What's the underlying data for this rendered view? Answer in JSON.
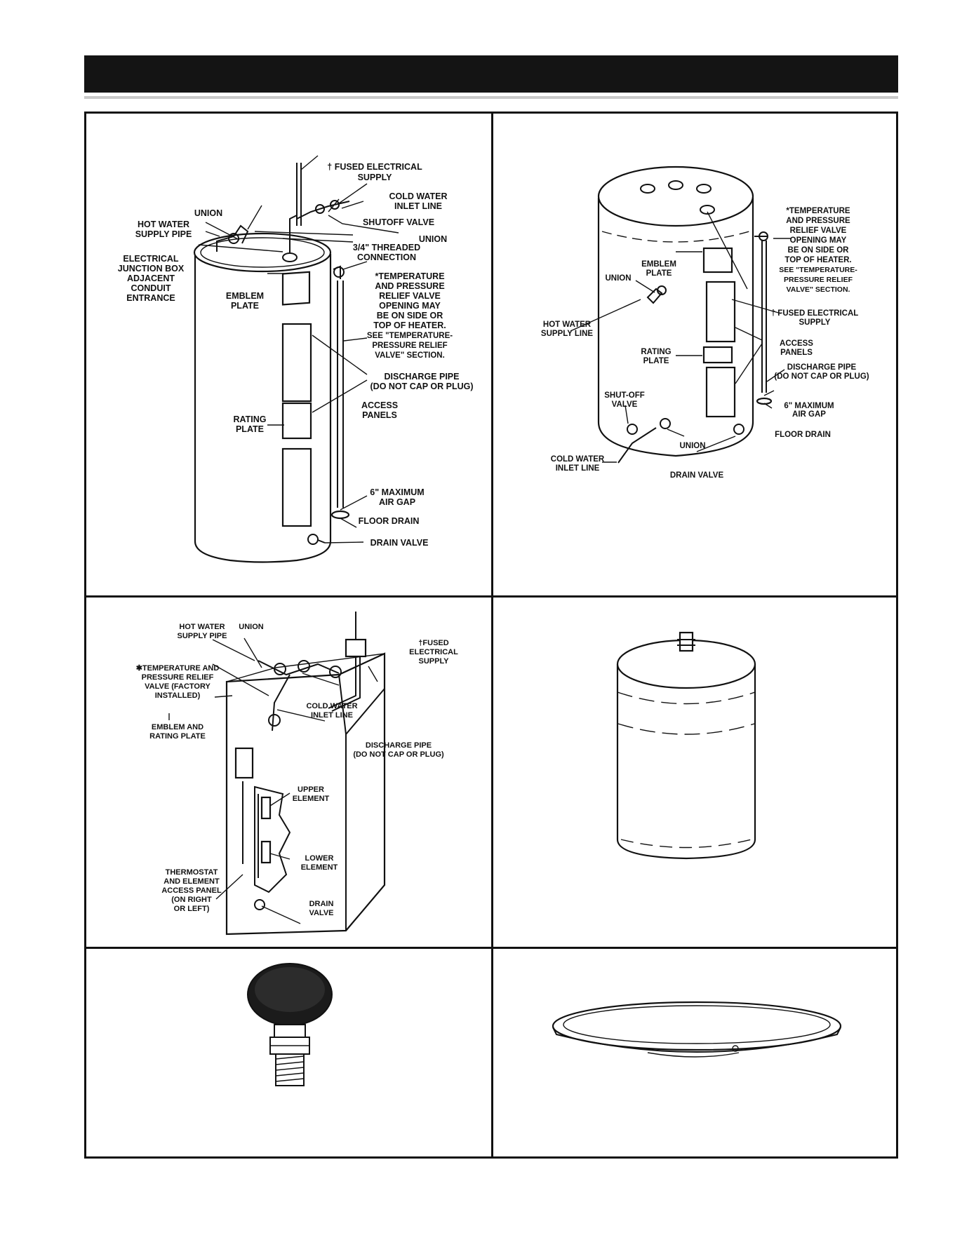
{
  "figure1": {
    "fused_supply_1": "† FUSED ELECTRICAL",
    "fused_supply_2": "SUPPLY",
    "cold_inlet_1": "COLD WATER",
    "cold_inlet_2": "INLET LINE",
    "shutoff": "SHUTOFF VALVE",
    "union_right": "UNION",
    "union_top": "UNION",
    "hot_supply_1": "HOT WATER",
    "hot_supply_2": "SUPPLY PIPE",
    "threaded_1": "3/4\" THREADED",
    "threaded_2": "CONNECTION",
    "junction_1": "ELECTRICAL",
    "junction_2": "JUNCTION BOX",
    "junction_3": "ADJACENT",
    "junction_4": "CONDUIT",
    "junction_5": "ENTRANCE",
    "tpr_1": "*TEMPERATURE",
    "tpr_2": "AND PRESSURE",
    "tpr_3": "RELIEF VALVE",
    "tpr_4": "OPENING MAY",
    "tpr_5": "BE ON SIDE OR",
    "tpr_6": "TOP OF HEATER.",
    "tpr_7": "SEE \"TEMPERATURE-",
    "tpr_8": "PRESSURE RELIEF",
    "tpr_9": "VALVE\" SECTION.",
    "emblem_1": "EMBLEM",
    "emblem_2": "PLATE",
    "discharge_1": "DISCHARGE PIPE",
    "discharge_2": "(DO NOT CAP OR PLUG)",
    "access_1": "ACCESS",
    "access_2": "PANELS",
    "rating_1": "RATING",
    "rating_2": "PLATE",
    "airgap_1": "6\" MAXIMUM",
    "airgap_2": "AIR GAP",
    "floor_drain": "FLOOR DRAIN",
    "drain_valve": "DRAIN VALVE"
  },
  "figure2": {
    "tpr_1": "*TEMPERATURE",
    "tpr_2": "AND PRESSURE",
    "tpr_3": "RELIEF VALVE",
    "tpr_4": "OPENING MAY",
    "tpr_5": "BE ON SIDE OR",
    "tpr_6": "TOP OF HEATER.",
    "tpr_7": "SEE \"TEMPERATURE-",
    "tpr_8": "PRESSURE RELIEF",
    "tpr_9": "VALVE\" SECTION.",
    "emblem_1": "EMBLEM",
    "emblem_2": "PLATE",
    "union_top": "UNION",
    "hot_line_1": "HOT WATER",
    "hot_line_2": "SUPPLY LINE",
    "fused_1": "† FUSED ELECTRICAL",
    "fused_2": "SUPPLY",
    "access_1": "ACCESS",
    "access_2": "PANELS",
    "rating_1": "RATING",
    "rating_2": "PLATE",
    "discharge_1": "DISCHARGE PIPE",
    "discharge_2": "(DO NOT CAP OR PLUG)",
    "shutoff_1": "SHUT-OFF",
    "shutoff_2": "VALVE",
    "airgap_1": "6\" MAXIMUM",
    "airgap_2": "AIR GAP",
    "floor_drain": "FLOOR DRAIN",
    "union_bottom": "UNION",
    "cold_1": "COLD WATER",
    "cold_2": "INLET LINE",
    "drain_valve": "DRAIN VALVE"
  },
  "figure3": {
    "hot_1": "HOT WATER",
    "hot_2": "SUPPLY PIPE",
    "union": "UNION",
    "fused_1": "†FUSED",
    "fused_2": "ELECTRICAL",
    "fused_3": "SUPPLY",
    "tpr_1": "✱TEMPERATURE AND",
    "tpr_2": "PRESSURE RELIEF",
    "tpr_3": "VALVE (FACTORY",
    "tpr_4": "INSTALLED)",
    "cold_1": "COLD WATER",
    "cold_2": "INLET LINE",
    "emblem_1": "EMBLEM AND",
    "emblem_2": "RATING PLATE",
    "discharge_1": "DISCHARGE PIPE",
    "discharge_2": "(DO NOT CAP OR PLUG)",
    "upper_1": "UPPER",
    "upper_2": "ELEMENT",
    "lower_1": "LOWER",
    "lower_2": "ELEMENT",
    "thermo_1": "THERMOSTAT",
    "thermo_2": "AND ELEMENT",
    "thermo_3": "ACCESS PANEL",
    "thermo_4": "(ON RIGHT",
    "thermo_5": "OR LEFT)",
    "drain_1": "DRAIN",
    "drain_2": "VALVE"
  }
}
